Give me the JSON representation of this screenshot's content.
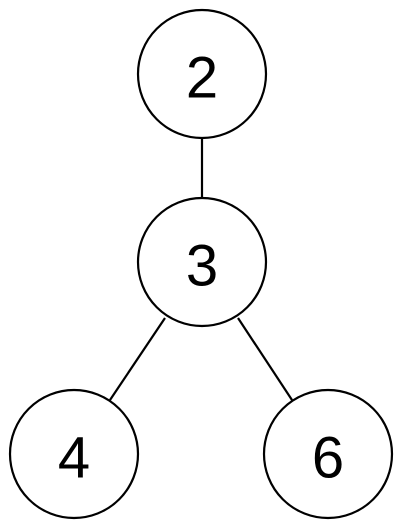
{
  "tree": {
    "nodes": [
      {
        "id": "n2",
        "label": "2"
      },
      {
        "id": "n3",
        "label": "3"
      },
      {
        "id": "n4",
        "label": "4"
      },
      {
        "id": "n6",
        "label": "6"
      }
    ],
    "edges": [
      {
        "from": "n2",
        "to": "n3"
      },
      {
        "from": "n3",
        "to": "n4"
      },
      {
        "from": "n3",
        "to": "n6"
      }
    ]
  }
}
